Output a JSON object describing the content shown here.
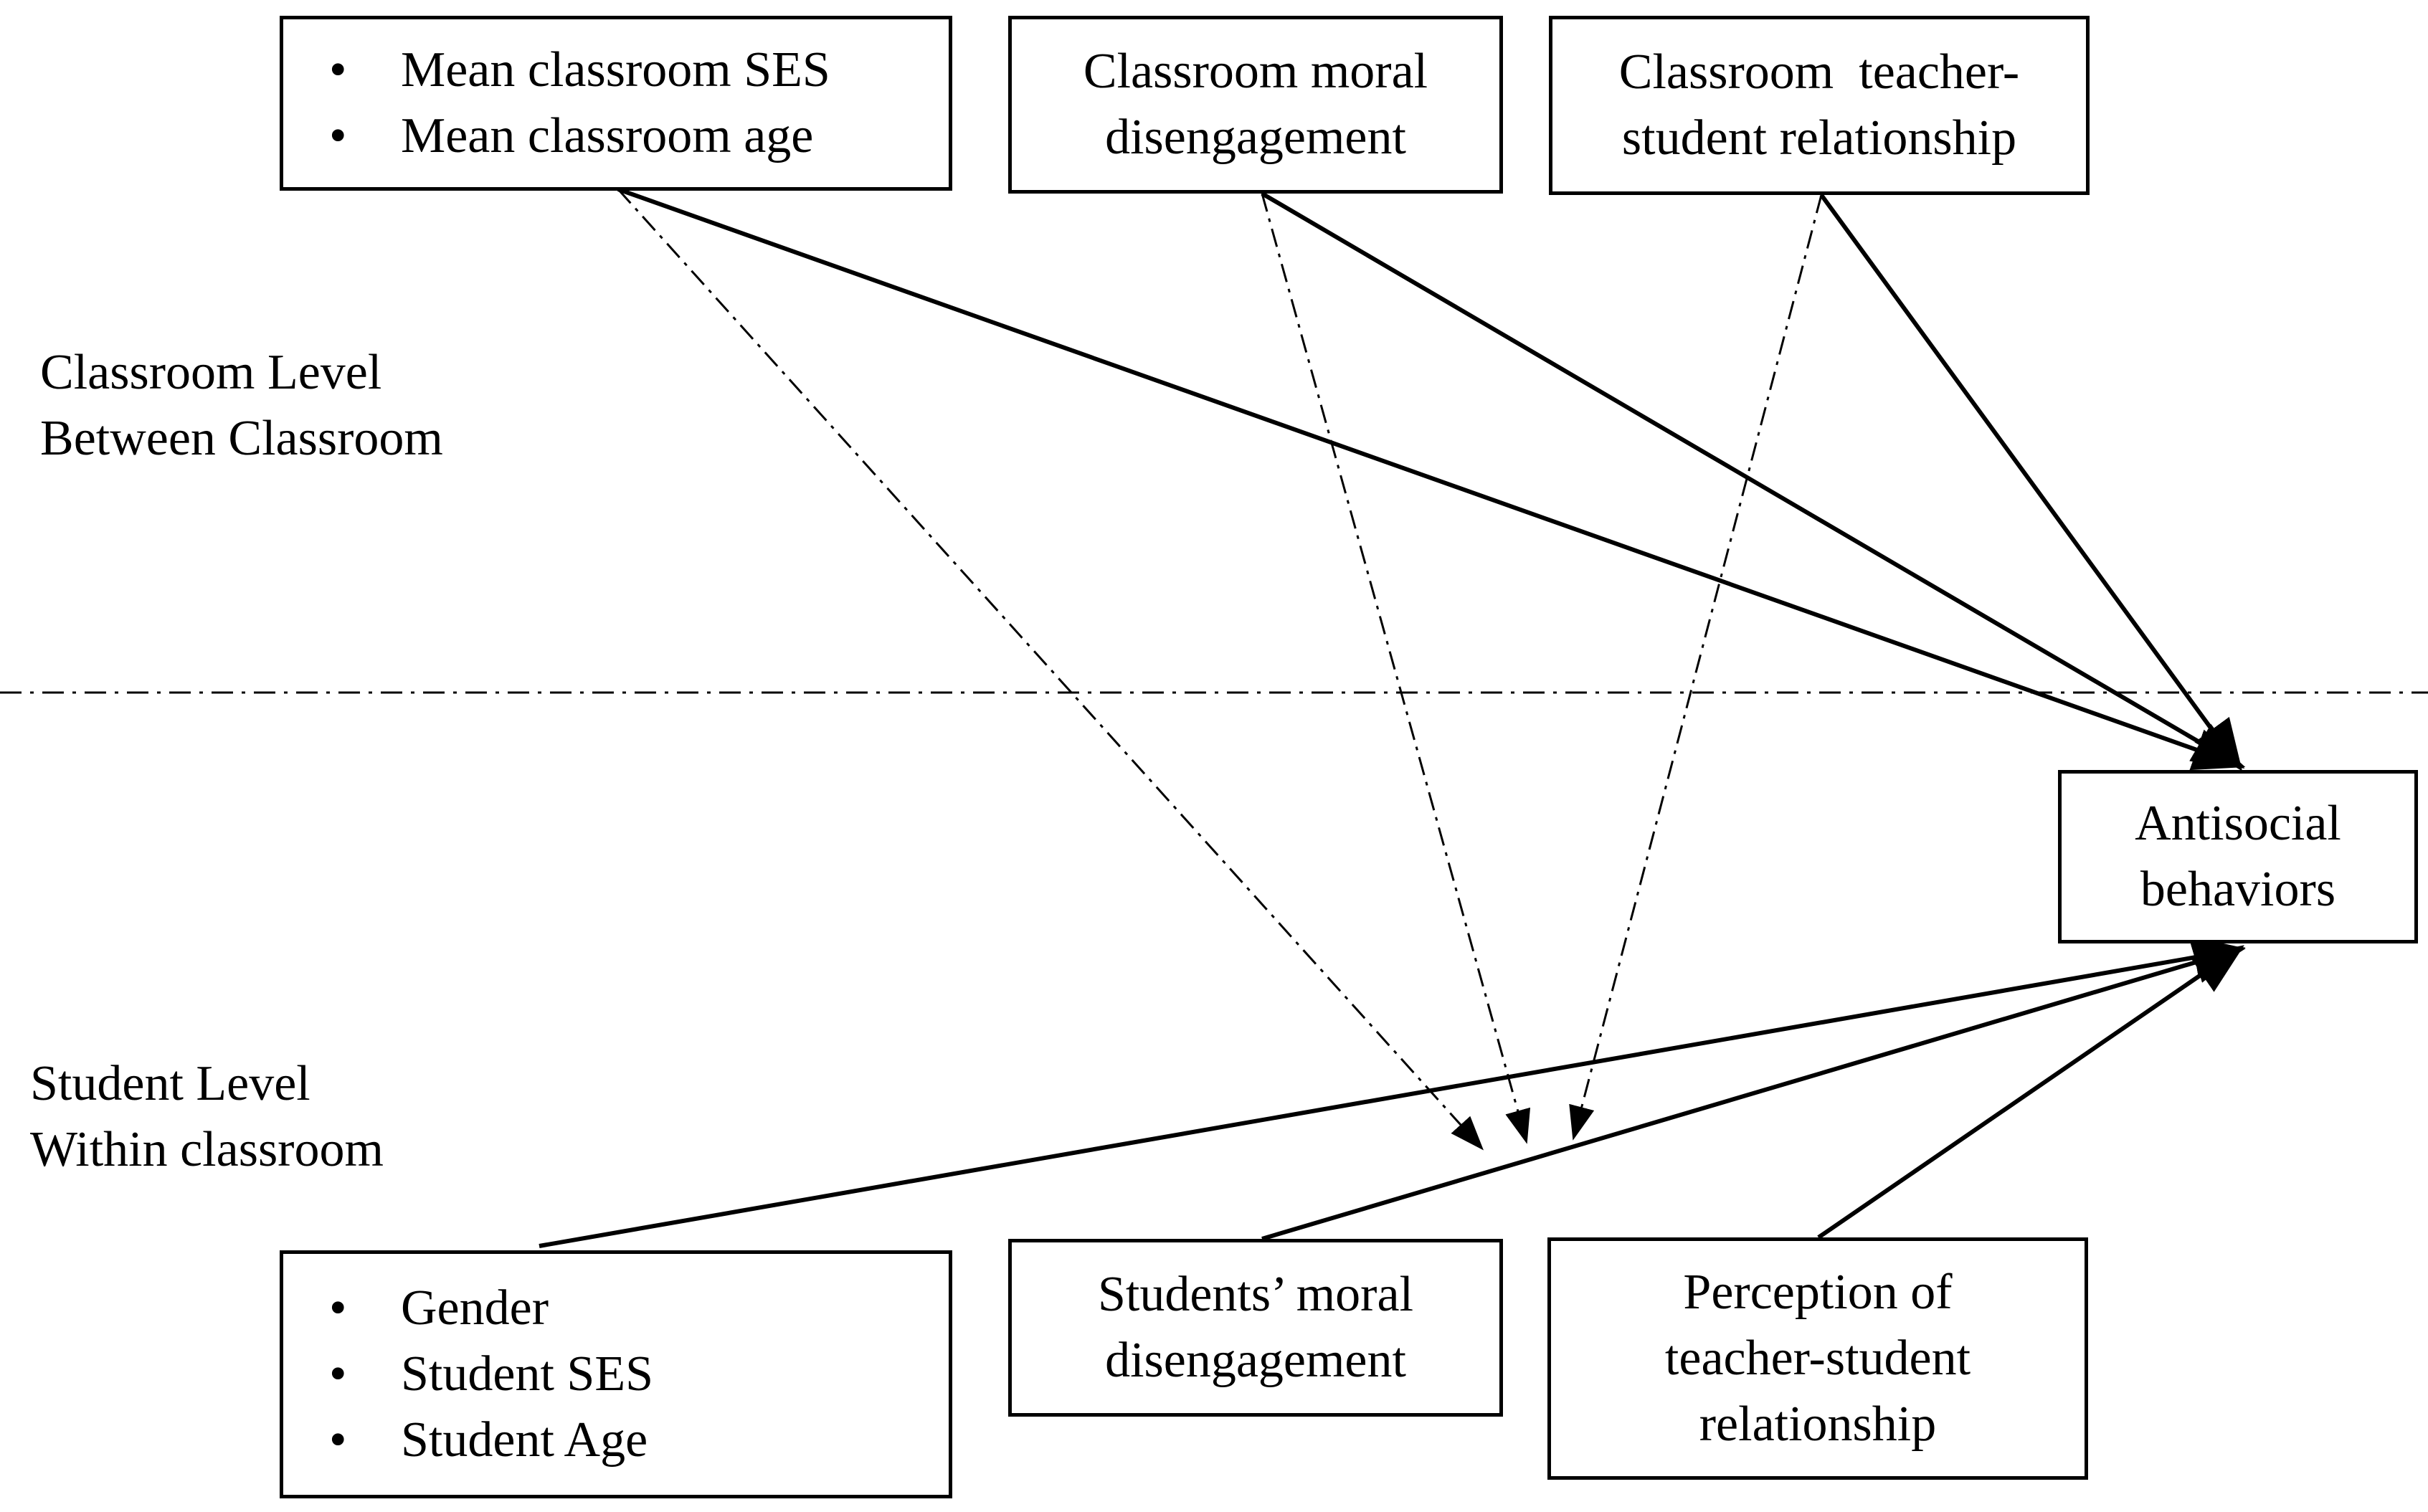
{
  "classroom_level": {
    "label_line1": "Classroom Level",
    "label_line2": "Between Classroom",
    "covariates": [
      "Mean classroom SES",
      "Mean classroom age"
    ],
    "moral_disengagement": [
      "Classroom moral",
      "disengagement"
    ],
    "teacher_student": [
      "Classroom  teacher-",
      "student relationship"
    ]
  },
  "student_level": {
    "label_line1": "Student Level",
    "label_line2": "Within classroom",
    "covariates": [
      "Gender",
      "Student SES",
      "Student Age"
    ],
    "moral_disengagement": [
      "Students’ moral",
      "disengagement"
    ],
    "teacher_student": [
      "Perception of",
      "teacher-student",
      "relationship"
    ]
  },
  "outcome": [
    "Antisocial",
    "behaviors"
  ],
  "links": [
    {
      "from": "classroom-covariates",
      "to": "antisocial-behaviors",
      "style": "solid"
    },
    {
      "from": "classroom-moral-disengagement",
      "to": "antisocial-behaviors",
      "style": "solid"
    },
    {
      "from": "classroom-teacher-student",
      "to": "antisocial-behaviors",
      "style": "solid"
    },
    {
      "from": "student-covariates",
      "to": "antisocial-behaviors",
      "style": "solid"
    },
    {
      "from": "student-moral-disengagement",
      "to": "antisocial-behaviors",
      "style": "solid"
    },
    {
      "from": "student-teacher-student",
      "to": "antisocial-behaviors",
      "style": "solid"
    },
    {
      "from": "classroom-covariates",
      "to": "student-moral-disengagement-path",
      "style": "dash-dot"
    },
    {
      "from": "classroom-moral-disengagement",
      "to": "student-moral-disengagement-path",
      "style": "dash-dot"
    },
    {
      "from": "classroom-teacher-student",
      "to": "student-moral-disengagement-path",
      "style": "dash-dot"
    }
  ],
  "level_divider_style": "dash-dot"
}
